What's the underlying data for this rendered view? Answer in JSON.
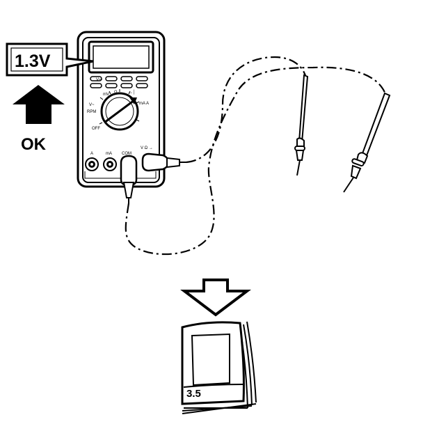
{
  "diagram": {
    "reading": "1.3V",
    "status": "OK",
    "manual_section": "3.5",
    "meter": {
      "dial_labels": {
        "v_ac": "V~",
        "v_dc": "V⎓",
        "mv": "mV",
        "ohm": "Ω",
        "diode": "→│",
        "ma_a": "mA A",
        "off": "OFF",
        "rpm": "RPM"
      },
      "jacks": {
        "a": "A",
        "ma": "mA",
        "com": "COM",
        "v_ohm": "V Ω →"
      }
    }
  }
}
